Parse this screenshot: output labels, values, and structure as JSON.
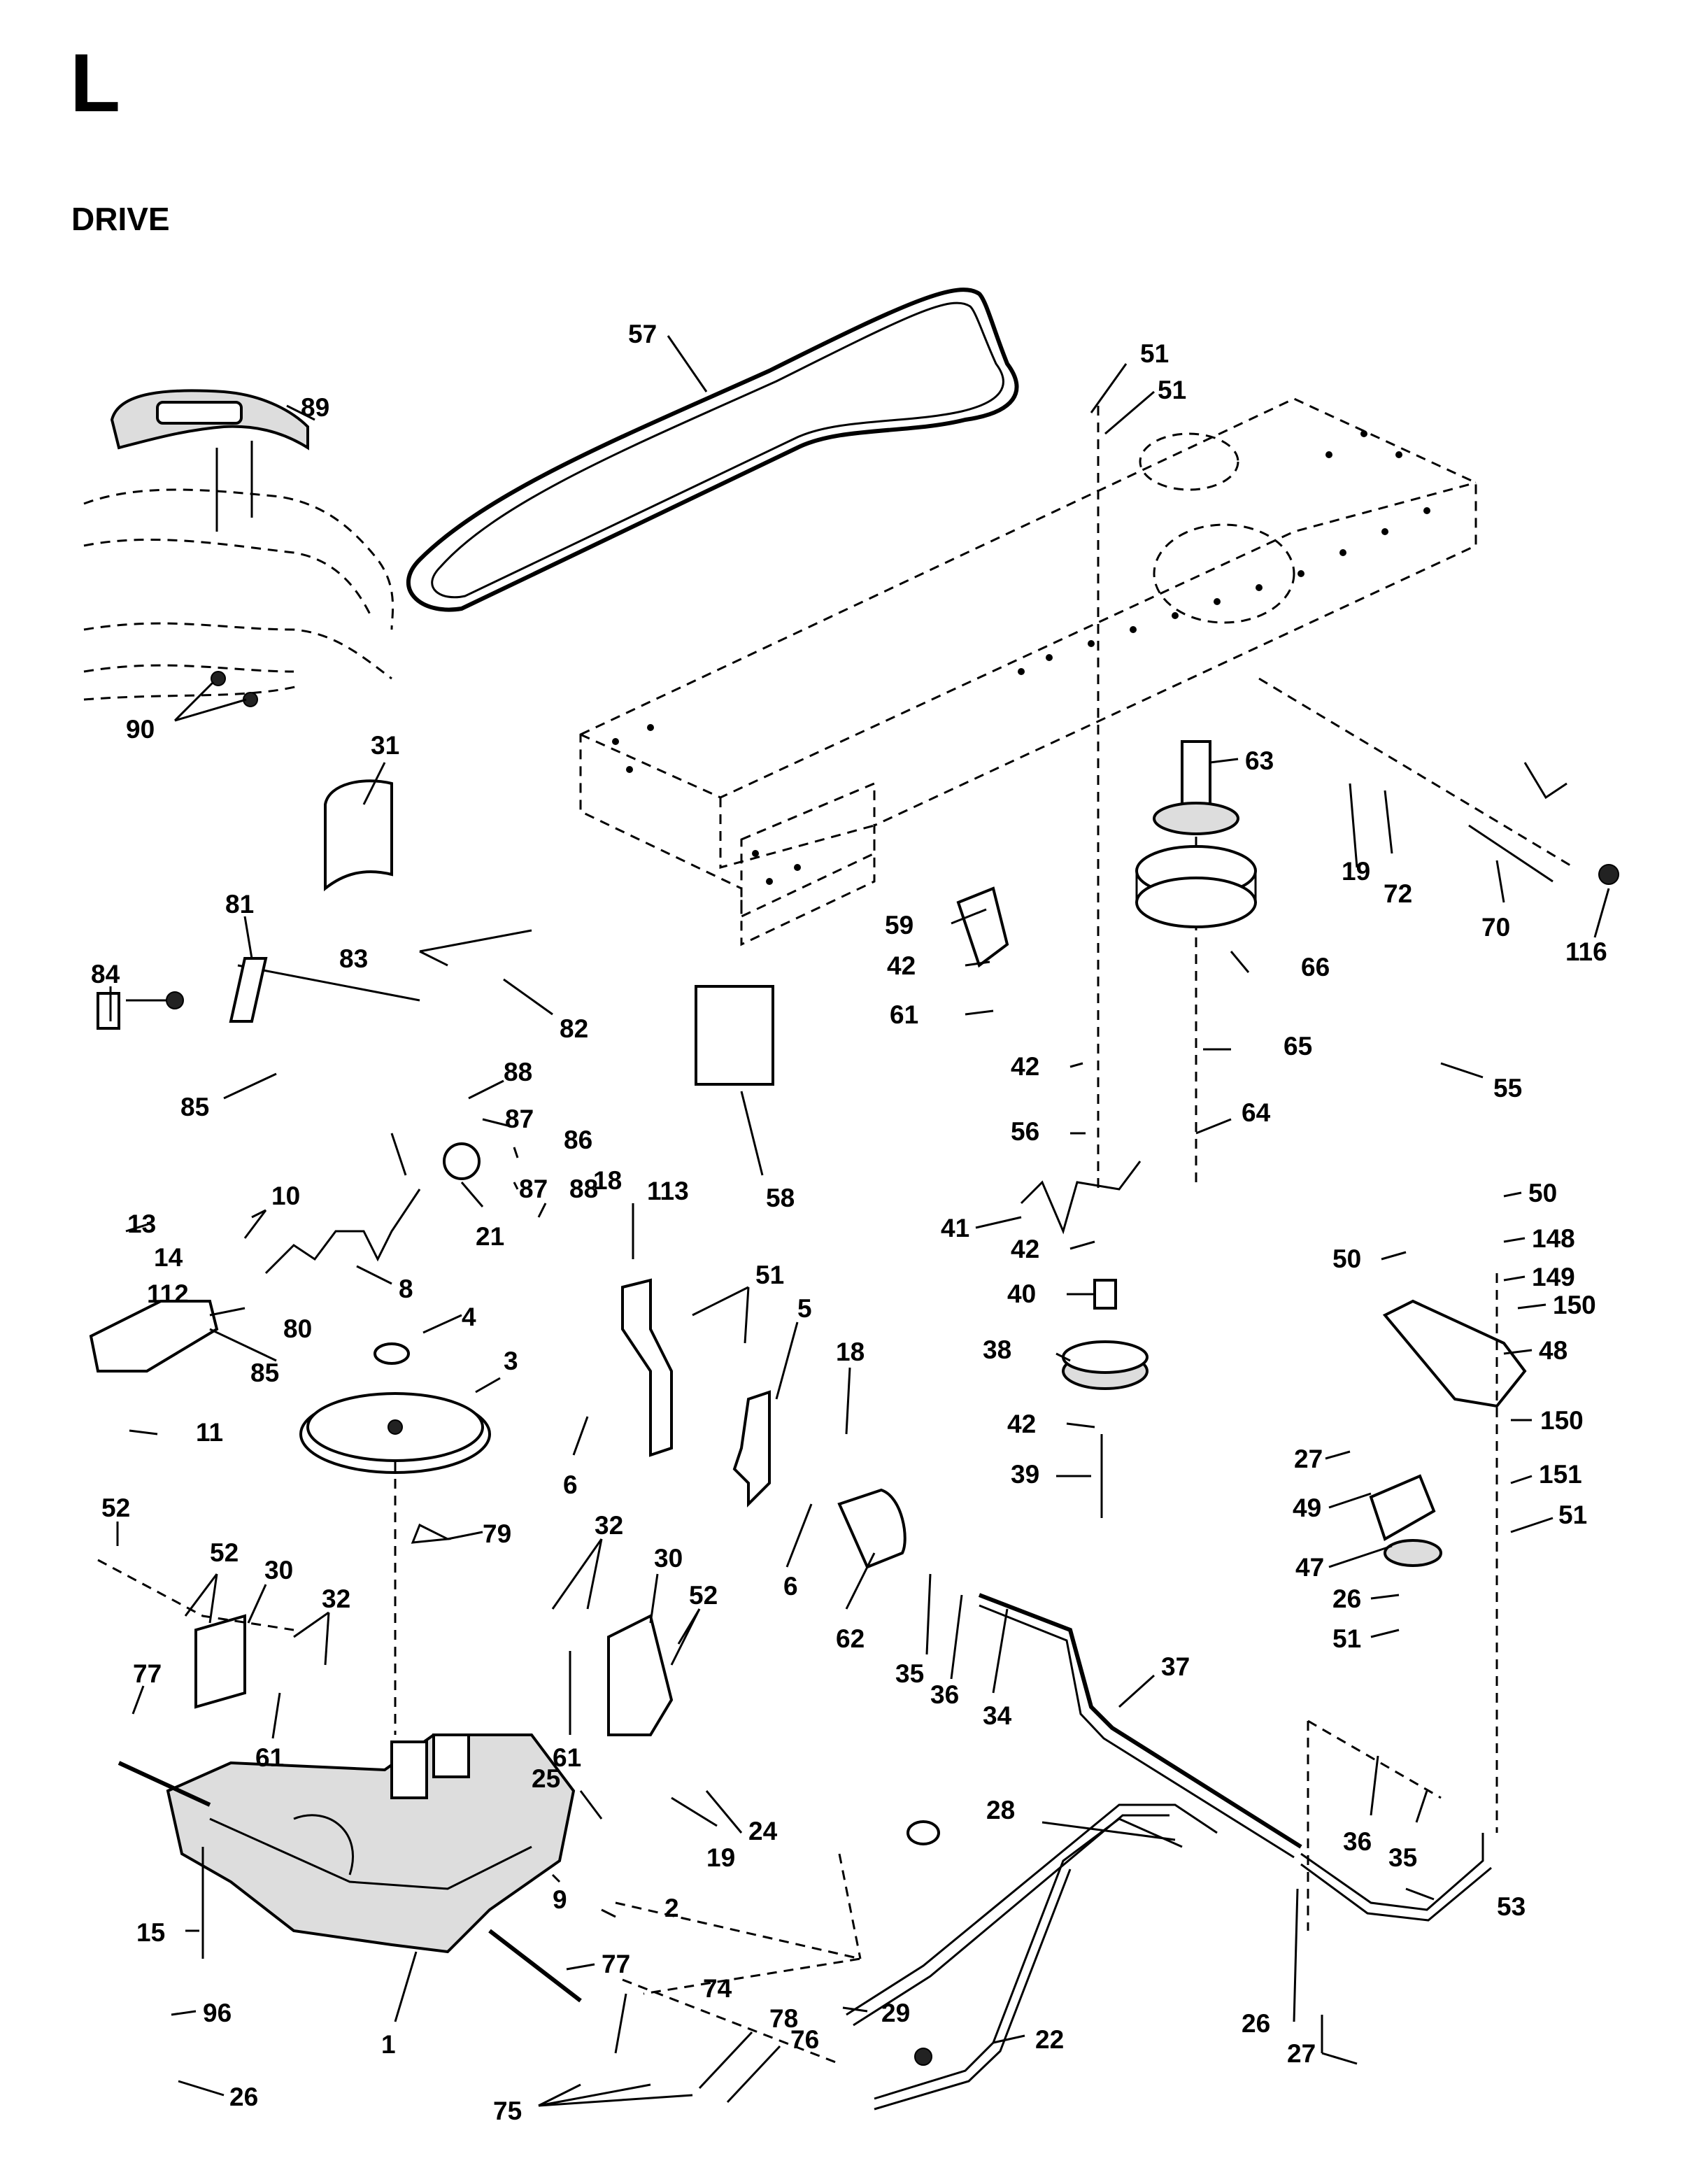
{
  "section": {
    "letter": "L",
    "title": "DRIVE"
  },
  "callouts": [
    {
      "id": "57",
      "text": "57"
    },
    {
      "id": "89",
      "text": "89"
    },
    {
      "id": "90",
      "text": "90"
    },
    {
      "id": "31",
      "text": "31"
    },
    {
      "id": "81",
      "text": "81"
    },
    {
      "id": "84",
      "text": "84"
    },
    {
      "id": "85a",
      "text": "85"
    },
    {
      "id": "83",
      "text": "83"
    },
    {
      "id": "82",
      "text": "82"
    },
    {
      "id": "88a",
      "text": "88"
    },
    {
      "id": "87a",
      "text": "87"
    },
    {
      "id": "86",
      "text": "86"
    },
    {
      "id": "87b",
      "text": "87"
    },
    {
      "id": "88b",
      "text": "88"
    },
    {
      "id": "10",
      "text": "10"
    },
    {
      "id": "21",
      "text": "21"
    },
    {
      "id": "8",
      "text": "8"
    },
    {
      "id": "13",
      "text": "13"
    },
    {
      "id": "14",
      "text": "14"
    },
    {
      "id": "112",
      "text": "112"
    },
    {
      "id": "80",
      "text": "80"
    },
    {
      "id": "85b",
      "text": "85"
    },
    {
      "id": "11",
      "text": "11"
    },
    {
      "id": "4",
      "text": "4"
    },
    {
      "id": "3",
      "text": "3"
    },
    {
      "id": "79",
      "text": "79"
    },
    {
      "id": "18a",
      "text": "18"
    },
    {
      "id": "113",
      "text": "113"
    },
    {
      "id": "51a",
      "text": "51"
    },
    {
      "id": "5",
      "text": "5"
    },
    {
      "id": "18b",
      "text": "18"
    },
    {
      "id": "6a",
      "text": "6"
    },
    {
      "id": "6b",
      "text": "6"
    },
    {
      "id": "58",
      "text": "58"
    },
    {
      "id": "59",
      "text": "59"
    },
    {
      "id": "42a",
      "text": "42"
    },
    {
      "id": "61a",
      "text": "61"
    },
    {
      "id": "42b",
      "text": "42"
    },
    {
      "id": "56",
      "text": "56"
    },
    {
      "id": "51b",
      "text": "51"
    },
    {
      "id": "51c",
      "text": "51"
    },
    {
      "id": "63",
      "text": "63"
    },
    {
      "id": "19a",
      "text": "19"
    },
    {
      "id": "72",
      "text": "72"
    },
    {
      "id": "70",
      "text": "70"
    },
    {
      "id": "116",
      "text": "116"
    },
    {
      "id": "66",
      "text": "66"
    },
    {
      "id": "65",
      "text": "65"
    },
    {
      "id": "55",
      "text": "55"
    },
    {
      "id": "64",
      "text": "64"
    },
    {
      "id": "41",
      "text": "41"
    },
    {
      "id": "42c",
      "text": "42"
    },
    {
      "id": "40",
      "text": "40"
    },
    {
      "id": "38",
      "text": "38"
    },
    {
      "id": "42d",
      "text": "42"
    },
    {
      "id": "39",
      "text": "39"
    },
    {
      "id": "50a",
      "text": "50"
    },
    {
      "id": "50b",
      "text": "50"
    },
    {
      "id": "148",
      "text": "148"
    },
    {
      "id": "149",
      "text": "149"
    },
    {
      "id": "150a",
      "text": "150"
    },
    {
      "id": "48",
      "text": "48"
    },
    {
      "id": "27a",
      "text": "27"
    },
    {
      "id": "150b",
      "text": "150"
    },
    {
      "id": "151",
      "text": "151"
    },
    {
      "id": "49",
      "text": "49"
    },
    {
      "id": "51d",
      "text": "51"
    },
    {
      "id": "47",
      "text": "47"
    },
    {
      "id": "26a",
      "text": "26"
    },
    {
      "id": "51e",
      "text": "51"
    },
    {
      "id": "52a",
      "text": "52"
    },
    {
      "id": "52b",
      "text": "52"
    },
    {
      "id": "30a",
      "text": "30"
    },
    {
      "id": "32a",
      "text": "32"
    },
    {
      "id": "77a",
      "text": "77"
    },
    {
      "id": "61b",
      "text": "61"
    },
    {
      "id": "32b",
      "text": "32"
    },
    {
      "id": "30b",
      "text": "30"
    },
    {
      "id": "52c",
      "text": "52"
    },
    {
      "id": "61c",
      "text": "61"
    },
    {
      "id": "62",
      "text": "62"
    },
    {
      "id": "35a",
      "text": "35"
    },
    {
      "id": "36a",
      "text": "36"
    },
    {
      "id": "34",
      "text": "34"
    },
    {
      "id": "37",
      "text": "37"
    },
    {
      "id": "25",
      "text": "25"
    },
    {
      "id": "19b",
      "text": "19"
    },
    {
      "id": "24",
      "text": "24"
    },
    {
      "id": "28",
      "text": "28"
    },
    {
      "id": "36b",
      "text": "36"
    },
    {
      "id": "35b",
      "text": "35"
    },
    {
      "id": "53",
      "text": "53"
    },
    {
      "id": "15",
      "text": "15"
    },
    {
      "id": "9",
      "text": "9"
    },
    {
      "id": "2",
      "text": "2"
    },
    {
      "id": "77b",
      "text": "77"
    },
    {
      "id": "74",
      "text": "74"
    },
    {
      "id": "96",
      "text": "96"
    },
    {
      "id": "1",
      "text": "1"
    },
    {
      "id": "26b",
      "text": "26"
    },
    {
      "id": "29",
      "text": "29"
    },
    {
      "id": "22",
      "text": "22"
    },
    {
      "id": "78",
      "text": "78"
    },
    {
      "id": "76",
      "text": "76"
    },
    {
      "id": "75",
      "text": "75"
    },
    {
      "id": "26c",
      "text": "26"
    },
    {
      "id": "27b",
      "text": "27"
    }
  ]
}
